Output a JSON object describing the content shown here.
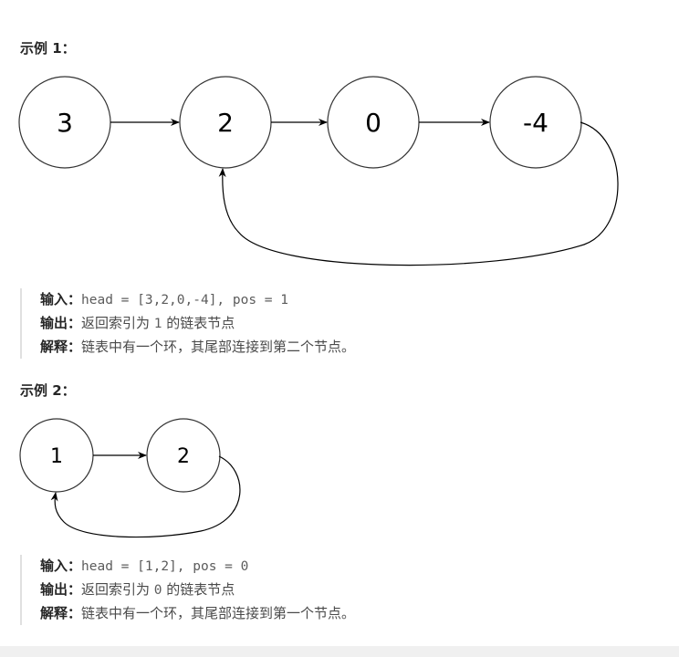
{
  "example1": {
    "title": "示例 1：",
    "nodes": [
      "3",
      "2",
      "0",
      "-4"
    ],
    "input_label": "输入：",
    "input_code": "head = [3,2,0,-4], pos = 1",
    "output_label": "输出：",
    "output_pre": "返回索引为 ",
    "output_code": "1",
    "output_post": " 的链表节点",
    "explain_label": "解释：",
    "explain_text": "链表中有一个环，其尾部连接到第二个节点。"
  },
  "example2": {
    "title": "示例 2：",
    "nodes": [
      "1",
      "2"
    ],
    "input_label": "输入：",
    "input_code": "head = [1,2], pos = 0",
    "output_label": "输出：",
    "output_pre": "返回索引为 ",
    "output_code": "0",
    "output_post": " 的链表节点",
    "explain_label": "解释：",
    "explain_text": "链表中有一个环，其尾部连接到第一个节点。"
  }
}
